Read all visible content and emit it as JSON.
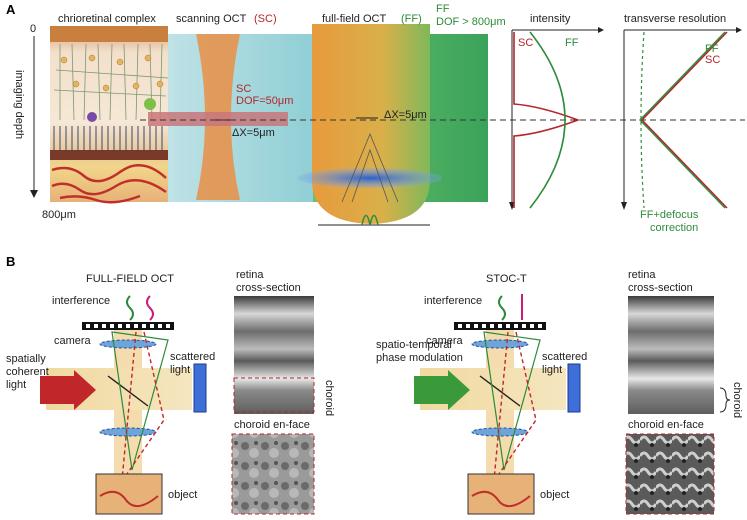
{
  "panelA": {
    "label": "A",
    "depth_top": "0",
    "depth_bottom": "800μm",
    "axis_label": "imaging depth",
    "retina_title": "chrioretinal complex",
    "sc_title": "scanning OCT",
    "sc_abbr": "(SC)",
    "ff_title": "full-field OCT",
    "ff_abbr": "(FF)",
    "ff_dof_1": "FF",
    "ff_dof_2": "DOF > 800μm",
    "sc_dof_1": "SC",
    "sc_dof_2": "DOF=50μm",
    "sc_dx": "ΔX=5μm",
    "ff_dx": "ΔX=5μm",
    "intensity_title": "intensity",
    "intensity_sc": "SC",
    "intensity_ff": "FF",
    "res_title": "transverse resolution",
    "res_ff": "FF",
    "res_sc": "SC",
    "defocus_1": "FF+defocus",
    "defocus_2": "correction"
  },
  "panelB": {
    "label": "B",
    "left_title": "FULL-FIELD OCT",
    "left_interference": "interference",
    "left_camera": "camera",
    "left_scattered_1": "scattered",
    "left_scattered_2": "light",
    "left_source_1": "spatially",
    "left_source_2": "coherent",
    "left_source_3": "light",
    "left_object": "object",
    "left_cross_1": "retina",
    "left_cross_2": "cross-section",
    "left_choroid": "choroid",
    "left_enface": "choroid en-face",
    "right_title": "STOC-T",
    "right_interference": "interference",
    "right_camera": "camera",
    "right_scattered_1": "scattered",
    "right_scattered_2": "light",
    "right_source_1": "spatio-temporal",
    "right_source_2": "phase modulation",
    "right_object": "object",
    "right_cross_1": "retina",
    "right_cross_2": "cross-section",
    "right_choroid": "choroid",
    "right_enface": "choroid en-face"
  },
  "colors": {
    "red": "#b3262b",
    "green": "#2e8b3a",
    "orange": "#e8a04a",
    "blue": "#3a6fd8",
    "teal": "#a6d8dc"
  }
}
